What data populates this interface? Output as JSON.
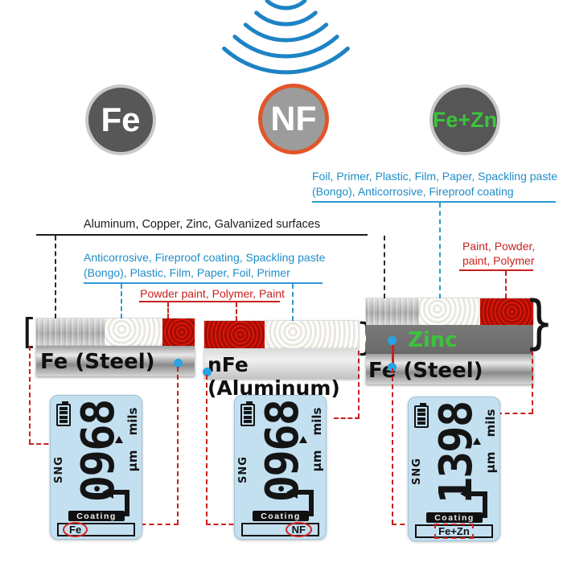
{
  "signal": {
    "icon": "wifi-signal-arcs",
    "color": "#1d83c4"
  },
  "probes": [
    {
      "label": "Fe",
      "fill": "#575757",
      "ring": "#c9c9c9",
      "text_color": "#ffffff"
    },
    {
      "label": "NF",
      "fill": "#9c9c9c",
      "ring": "#e2552a",
      "text_color": "#ffffff"
    },
    {
      "label": "Fe+Zn",
      "fill": "#565656",
      "ring": "#c9c9c9",
      "text_color": "#3bc43b"
    }
  ],
  "annotations": {
    "coating_right_line1": "Foil, Primer, Plastic, Film, Paper, Spackling paste",
    "coating_right_line2": "(Bongo), Anticorrosive, Fireproof coating",
    "metals": "Aluminum, Copper, Zinc, Galvanized surfaces",
    "coating_left_line1": "Anticorrosive, Fireproof coating, Spackling paste",
    "coating_left_line2": "(Bongo), Plastic, Film, Paper, Foil, Primer",
    "paints_mid": "Powder paint, Polymer, Paint",
    "paints_right_line1": "Paint, Powder,",
    "paints_right_line2": "paint, Polymer"
  },
  "samples": [
    {
      "name": "Fe (Steel)"
    },
    {
      "name": "nFe (Aluminum)"
    },
    {
      "name": "Fe (Steel)",
      "plating": "Zinc"
    }
  ],
  "gauges": [
    {
      "reading": "0968",
      "mode": "SNG",
      "unit_primary": "μm",
      "unit_secondary": "mils",
      "function": "Coating",
      "substrate": "Fe"
    },
    {
      "reading": "0968",
      "mode": "SNG",
      "unit_primary": "μm",
      "unit_secondary": "mils",
      "function": "Coating",
      "substrate": "NF"
    },
    {
      "reading": "1398",
      "mode": "SNG",
      "unit_primary": "μm",
      "unit_secondary": "mils",
      "function": "Coating",
      "substrate": "Fe+Zn"
    }
  ],
  "colors": {
    "annotation_blue": "#1f8dc8",
    "annotation_red": "#c9201d",
    "lcd_bg": "#c3e0f1",
    "zinc_green": "#3bc43b",
    "probe_ring_orange": "#e2552a",
    "dot_blue": "#29a3e3"
  }
}
